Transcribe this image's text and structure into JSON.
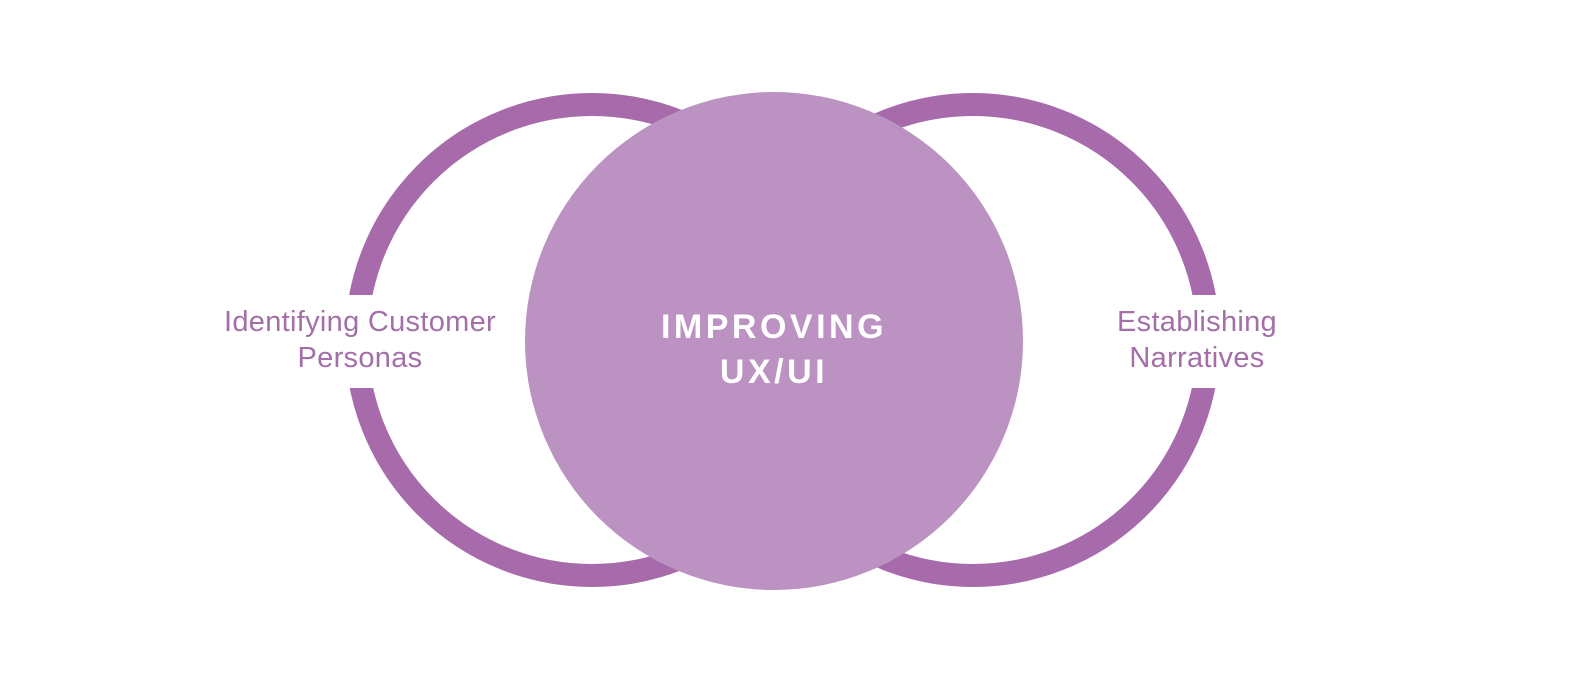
{
  "colors": {
    "background": "#ffffff",
    "ring_stroke": "#a76bac",
    "center_fill": "#bb92c2",
    "side_label_text": "#a46fa9",
    "center_label_text": "#ffffff"
  },
  "venn": {
    "type": "venn-diagram",
    "left": {
      "line1": "Identifying Customer",
      "line2": "Personas"
    },
    "center": {
      "line1": "IMPROVING",
      "line2": "UX/UI"
    },
    "right": {
      "line1": "Establishing",
      "line2": "Narratives"
    }
  }
}
